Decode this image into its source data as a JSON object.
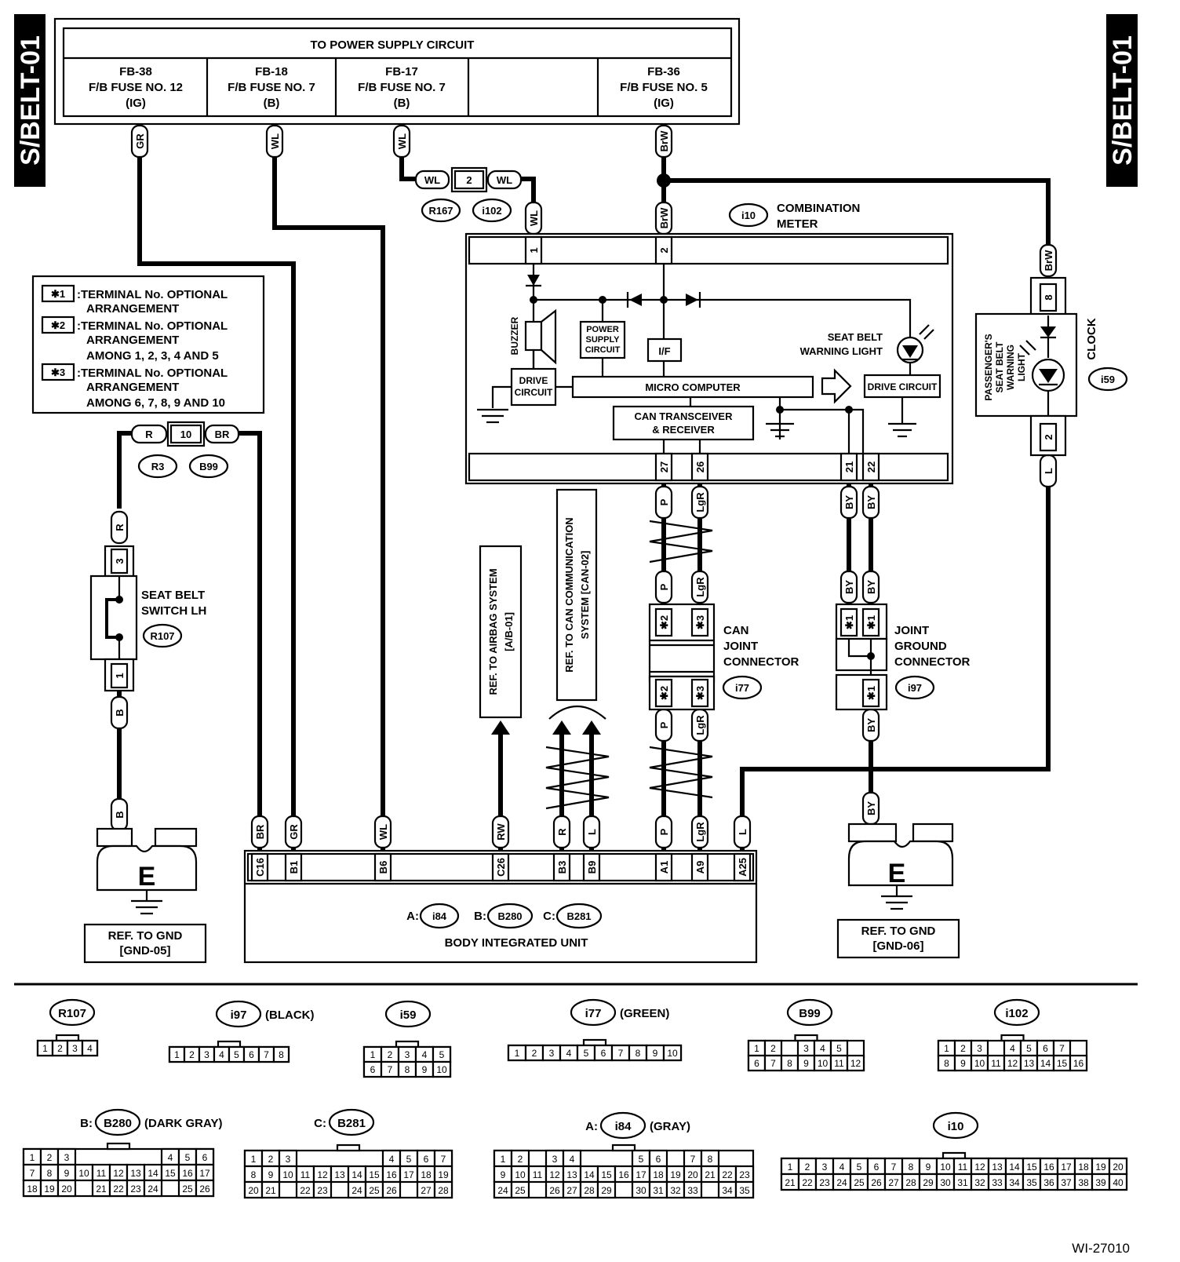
{
  "side_label": "S/BELT-01",
  "power": {
    "title": "TO POWER SUPPLY CIRCUIT",
    "fuses": [
      {
        "l1": "FB-38",
        "l2": "F/B FUSE NO. 12",
        "l3": "(IG)"
      },
      {
        "l1": "FB-18",
        "l2": "F/B FUSE NO. 7",
        "l3": "(B)"
      },
      {
        "l1": "FB-17",
        "l2": "F/B FUSE NO. 7",
        "l3": "(B)"
      },
      {
        "l1": "",
        "l2": "",
        "l3": ""
      },
      {
        "l1": "FB-36",
        "l2": "F/B FUSE NO. 5",
        "l3": "(IG)"
      }
    ]
  },
  "legend": [
    {
      "mark": "✱1",
      "lines": [
        ":TERMINAL No. OPTIONAL",
        "ARRANGEMENT"
      ]
    },
    {
      "mark": "✱2",
      "lines": [
        ":TERMINAL No. OPTIONAL",
        "ARRANGEMENT",
        "AMONG 1, 2, 3, 4 AND 5"
      ]
    },
    {
      "mark": "✱3",
      "lines": [
        ":TERMINAL No. OPTIONAL",
        "ARRANGEMENT",
        "AMONG 6, 7, 8, 9 AND 10"
      ]
    }
  ],
  "wires": {
    "GR": "GR",
    "WL": "WL",
    "BrW": "BrW",
    "BR": "BR",
    "R": "R",
    "B": "B",
    "RW": "RW",
    "L": "L",
    "P": "P",
    "LgR": "LgR",
    "BY": "BY"
  },
  "pins": {
    "p1": "1",
    "p2": "2",
    "p3": "3",
    "p8": "8",
    "p10": "10",
    "p21": "21",
    "p22": "22",
    "p26": "26",
    "p27": "27",
    "s1": "✱1",
    "s2": "✱2",
    "s3": "✱3",
    "C16": "C16",
    "B1": "B1",
    "B6": "B6",
    "C26": "C26",
    "B3": "B3",
    "B9": "B9",
    "A1": "A1",
    "A9": "A9",
    "A25": "A25"
  },
  "conn": {
    "R167": "R167",
    "i102": "i102",
    "i10": "i10",
    "R3": "R3",
    "B99": "B99",
    "R107": "R107",
    "i77": "i77",
    "i97": "i97",
    "i59": "i59",
    "i84": "i84",
    "B280": "B280",
    "B281": "B281"
  },
  "meter": {
    "name": [
      "COMBINATION",
      "METER"
    ],
    "buzzer": "BUZZER",
    "psc": [
      "POWER",
      "SUPPLY",
      "CIRCUIT"
    ],
    "if": "I/F",
    "drive": [
      "DRIVE",
      "CIRCUIT"
    ],
    "micro": "MICRO COMPUTER",
    "can": [
      "CAN TRANSCEIVER",
      "& RECEIVER"
    ],
    "seatbelt": [
      "SEAT BELT",
      "WARNING LIGHT"
    ],
    "drive2": "DRIVE CIRCUIT"
  },
  "clock": "CLOCK",
  "pass_light": [
    "PASSENGER'S",
    "SEAT BELT",
    "WARNING",
    "LIGHT"
  ],
  "switch": [
    "SEAT BELT",
    "SWITCH LH"
  ],
  "can_joint": [
    "CAN",
    "JOINT",
    "CONNECTOR"
  ],
  "joint_ground": [
    "JOINT",
    "GROUND",
    "CONNECTOR"
  ],
  "ref_airbag": [
    "REF. TO AIRBAG SYSTEM",
    "[A/B-01]"
  ],
  "ref_can": [
    "REF. TO CAN COMMUNICATION",
    "SYSTEM [CAN-02]"
  ],
  "ground_letter": "E",
  "gnd_left": [
    "REF. TO GND",
    "[GND-05]"
  ],
  "gnd_right": [
    "REF. TO GND",
    "[GND-06]"
  ],
  "biu": {
    "name": "BODY INTEGRATED UNIT",
    "a": "A:",
    "b": "B:",
    "c": "C:"
  },
  "connectors": {
    "R107": {
      "title": "R107",
      "color": "",
      "rows": [
        [
          "1",
          "2",
          "3",
          "4"
        ]
      ]
    },
    "i97": {
      "title": "i97",
      "color": "(BLACK)",
      "rows": [
        [
          "1",
          "2",
          "3",
          "4",
          "5",
          "6",
          "7",
          "8"
        ]
      ]
    },
    "i59": {
      "title": "i59",
      "color": "",
      "rows": [
        [
          "1",
          "2",
          "3",
          "4",
          "5"
        ],
        [
          "6",
          "7",
          "8",
          "9",
          "10"
        ]
      ]
    },
    "i77": {
      "title": "i77",
      "color": "(GREEN)",
      "rows": [
        [
          "1",
          "2",
          "3",
          "4",
          "5",
          "6",
          "7",
          "8",
          "9",
          "10"
        ]
      ]
    },
    "B99": {
      "title": "B99",
      "color": "",
      "rows": [
        [
          "1",
          "2",
          "",
          "3",
          "4",
          "5"
        ],
        [
          "6",
          "7",
          "8",
          "9",
          "10",
          "11",
          "12"
        ]
      ]
    },
    "i102": {
      "title": "i102",
      "color": "",
      "rows": [
        [
          "1",
          "2",
          "3",
          "",
          "4",
          "5",
          "6",
          "7"
        ],
        [
          "8",
          "9",
          "10",
          "11",
          "12",
          "13",
          "14",
          "15",
          "16"
        ]
      ]
    },
    "B280": {
      "prefix": "B:",
      "title": "B280",
      "color": "(DARK GRAY)",
      "rows": [
        [
          "1",
          "2",
          "3",
          "",
          "",
          "",
          "",
          "",
          "4",
          "5",
          "6"
        ],
        [
          "7",
          "8",
          "9",
          "10",
          "11",
          "12",
          "13",
          "14",
          "15",
          "16",
          "17"
        ],
        [
          "18",
          "19",
          "20",
          "",
          "21",
          "22",
          "23",
          "24",
          "",
          "25",
          "26"
        ]
      ]
    },
    "B281": {
      "prefix": "C:",
      "title": "B281",
      "color": "",
      "rows": [
        [
          "1",
          "2",
          "3",
          "",
          "",
          "",
          "",
          "",
          "4",
          "5",
          "6",
          "7"
        ],
        [
          "8",
          "9",
          "10",
          "11",
          "12",
          "13",
          "14",
          "15",
          "16",
          "17",
          "18",
          "19"
        ],
        [
          "20",
          "21",
          "",
          "22",
          "23",
          "",
          "24",
          "25",
          "26",
          "",
          "27",
          "28"
        ]
      ]
    },
    "i84": {
      "prefix": "A:",
      "title": "i84",
      "color": "(GRAY)",
      "rows": [
        [
          "1",
          "2",
          "",
          "3",
          "4",
          "",
          "",
          "",
          "5",
          "6",
          "",
          "7",
          "8"
        ],
        [
          "9",
          "10",
          "11",
          "12",
          "13",
          "14",
          "15",
          "16",
          "17",
          "18",
          "19",
          "20",
          "21",
          "22",
          "23"
        ],
        [
          "24",
          "25",
          "",
          "26",
          "27",
          "28",
          "29",
          "",
          "30",
          "31",
          "32",
          "33",
          "",
          "34",
          "35"
        ]
      ]
    },
    "i10": {
      "title": "i10",
      "color": "",
      "rows": [
        [
          "1",
          "2",
          "3",
          "4",
          "5",
          "6",
          "7",
          "8",
          "9",
          "10",
          "11",
          "12",
          "13",
          "14",
          "15",
          "16",
          "17",
          "18",
          "19",
          "20"
        ],
        [
          "21",
          "22",
          "23",
          "24",
          "25",
          "26",
          "27",
          "28",
          "29",
          "30",
          "31",
          "32",
          "33",
          "34",
          "35",
          "36",
          "37",
          "38",
          "39",
          "40"
        ]
      ]
    }
  },
  "figure_id": "WI-27010"
}
